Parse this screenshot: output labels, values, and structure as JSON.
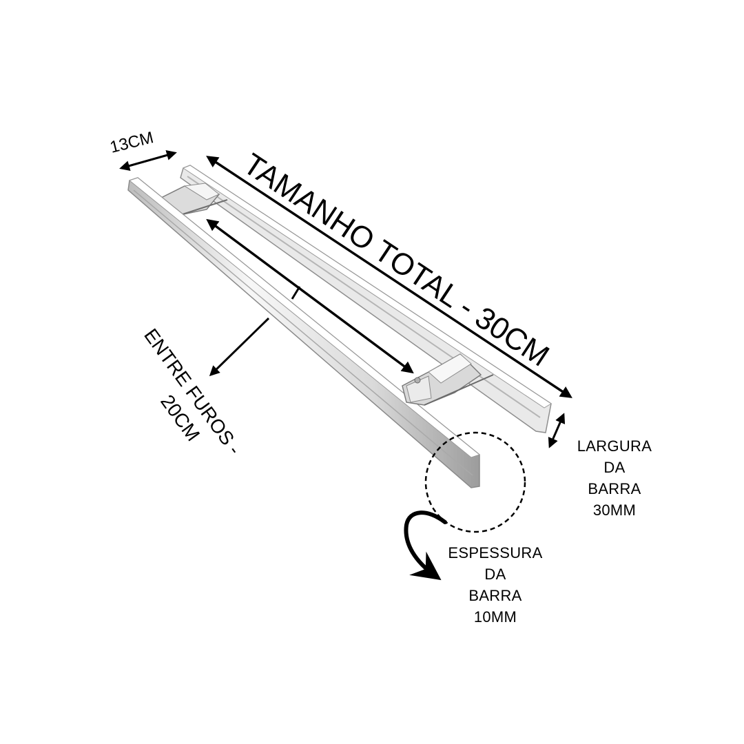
{
  "labels": {
    "width_13": "13CM",
    "total_length": "TAMANHO TOTAL - 30CM",
    "between_holes_line1": "ENTRE FUROS -",
    "between_holes_line2": "20CM",
    "bar_width": [
      "LARGURA",
      "DA",
      "BARRA",
      "30MM"
    ],
    "bar_thickness": [
      "ESPESSURA",
      "DA",
      "BARRA",
      "10MM"
    ]
  },
  "colors": {
    "ink": "#000000",
    "steel_light": "#f4f4f4",
    "steel_mid": "#d6d6d6",
    "steel_dark": "#9a9a9a",
    "background": "#ffffff"
  }
}
